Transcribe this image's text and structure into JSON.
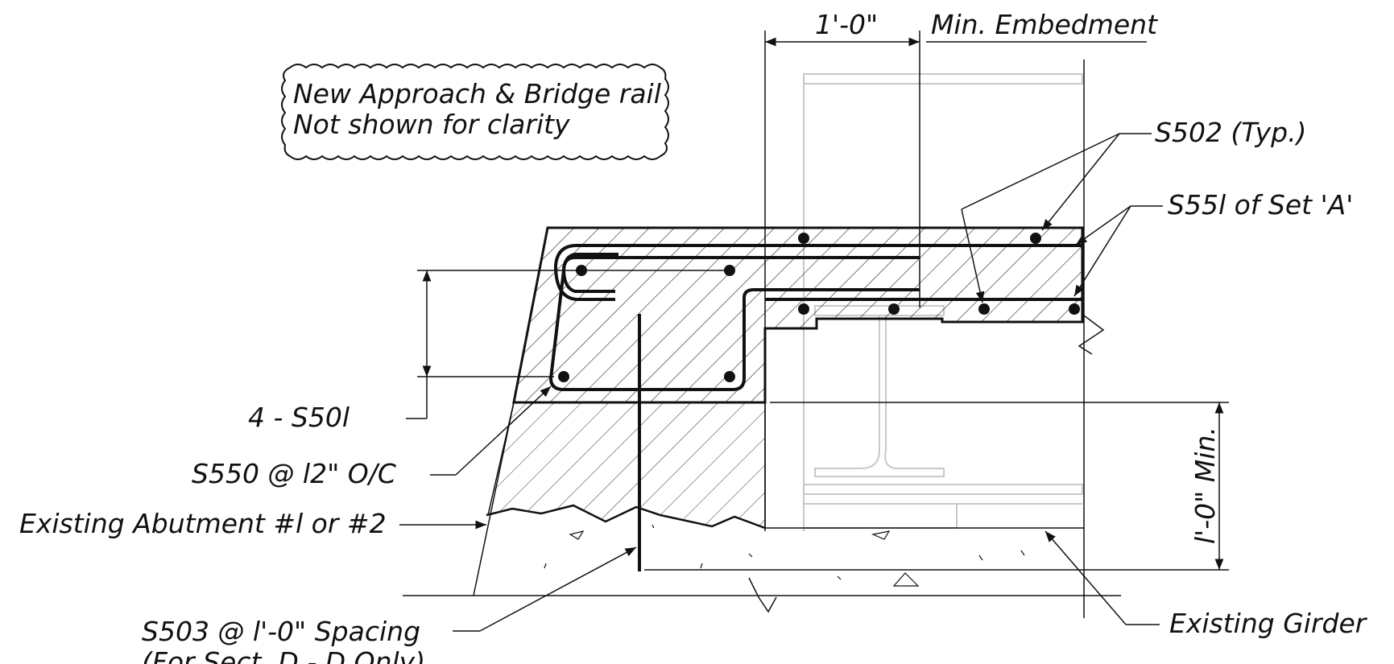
{
  "drawing": {
    "dimension_top": "1'-0\"",
    "min_embedment": "Min. Embedment",
    "cloud_note": {
      "line1": "New  Approach & Bridge rail",
      "line2": "Not shown for clarity"
    },
    "labels": {
      "s502": "S502 (Typ.)",
      "s551": "S55l of Set 'A'",
      "s501": "4 - S50l",
      "s550": "S550 @ l2\" O/C",
      "abutment": "Existing Abutment #l or #2",
      "s503": "S503 @ l'-0\" Spacing",
      "s503_note": "(For Sect. D - D Only)",
      "girder": "Existing Girder",
      "dimension_right": "l'-0\" Min."
    }
  }
}
